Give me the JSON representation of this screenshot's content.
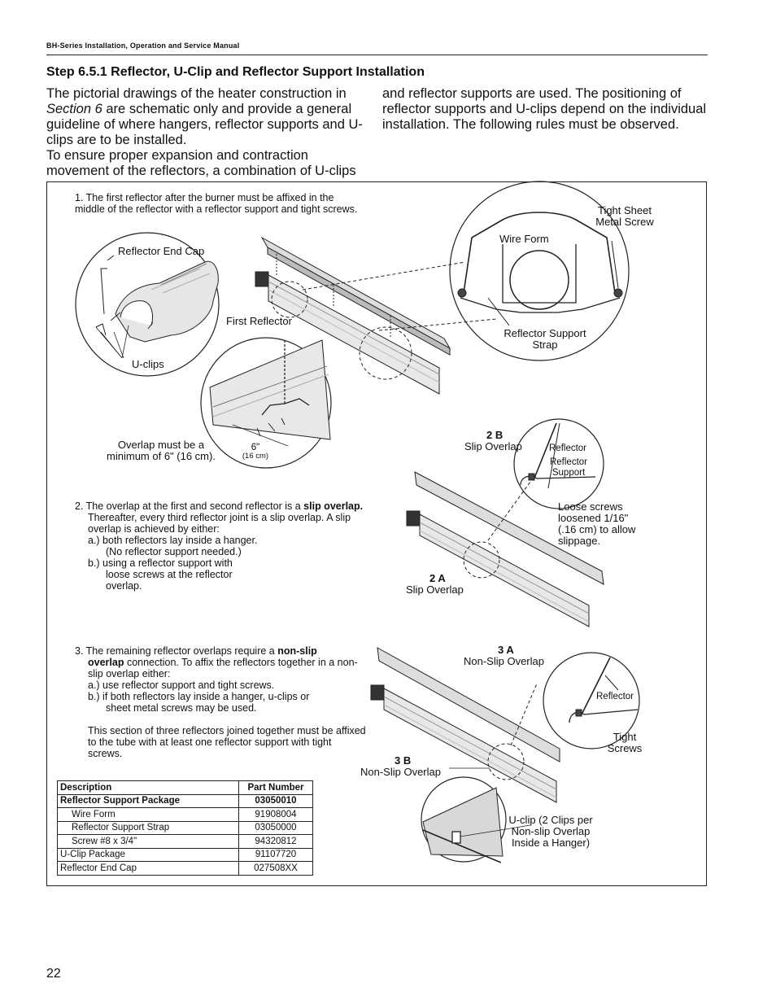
{
  "header": {
    "manual_title": "BH-Series Installation, Operation and Service Manual"
  },
  "step_title": "Step 6.5.1 Reflector, U-Clip and Reflector Support Installation",
  "intro": {
    "p1_lead": "The pictorial drawings of the heater construction in",
    "p1_section": "Section 6",
    "p1_rest": " are schematic only and provide a general guideline of where hangers, reflector supports and U-clips are to be installed.",
    "p2": "To ensure proper expansion and contraction movement of the reflectors, a combination of U-clips",
    "col2": "and reflector supports are used. The positioning of reflector supports and U-clips depend on the individual installation. The following rules must be observed."
  },
  "rule1": {
    "text": "1. The first reflector after the burner must be affixed in the middle of the reflector with a reflector support and tight screws."
  },
  "rule2": {
    "lead": "2. The overlap at the first and second reflector is a ",
    "bold": "slip overlap.",
    "rest": "Thereafter, every third reflector joint is a slip overlap. A slip overlap is achieved by either:",
    "a": "a.)  both reflectors lay inside a hanger.",
    "a2": "(No reflector support needed.)",
    "b": "b.)  using a reflector support with",
    "b2": "loose screws at the reflector",
    "b3": "overlap."
  },
  "rule3": {
    "lead": "3. The remaining reflector overlaps require a ",
    "bold1": "non-slip",
    "bold2": "overlap",
    "rest": " connection. To affix the reflectors together in a non-slip overlap either:",
    "a": "a.)  use reflector support and tight screws.",
    "b": "b.)  if both reflectors lay inside a hanger, u-clips or",
    "b2": "sheet metal screws may be used.",
    "extra": "This section of three reflectors joined together must be affixed to the tube with at least one reflector support with tight screws."
  },
  "labels": {
    "reflector_end_cap": "Reflector End Cap",
    "u_clips": "U-clips",
    "first_reflector": "First Reflector",
    "overlap_min": "Overlap must be a minimum of 6\" (16 cm).",
    "six_in": "6\"",
    "sixteen_cm": "(16 cm)",
    "wire_form": "Wire Form",
    "tight_sheet_metal_screw": "Tight Sheet Metal Screw",
    "reflector_support_strap": "Reflector Support Strap",
    "two_b": "2 B",
    "slip_overlap": "Slip Overlap",
    "reflector": "Reflector",
    "reflector_support": "Reflector Support",
    "loose_screws": "Loose screws loosened 1/16\" (.16 cm) to allow slippage.",
    "two_a": "2 A",
    "three_a": "3 A",
    "non_slip_overlap": "Non-Slip Overlap",
    "tight_screws": "Tight Screws",
    "three_b": "3 B",
    "u_clip_note": "U-clip (2 Clips per Non-slip Overlap Inside a Hanger)"
  },
  "parts_table": {
    "headers": [
      "Description",
      "Part Number"
    ],
    "rows": [
      {
        "desc": "Reflector Support Package",
        "pn": "03050010",
        "bold": true,
        "indent": false
      },
      {
        "desc": "Wire Form",
        "pn": "91908004",
        "bold": false,
        "indent": true
      },
      {
        "desc": "Reflector Support Strap",
        "pn": "03050000",
        "bold": false,
        "indent": true
      },
      {
        "desc": "Screw #8 x 3/4\"",
        "pn": "94320812",
        "bold": false,
        "indent": true
      },
      {
        "desc": "U-Clip Package",
        "pn": "91107720",
        "bold": false,
        "indent": false
      },
      {
        "desc": "Reflector End Cap",
        "pn": "027508XX",
        "bold": false,
        "indent": false
      }
    ]
  },
  "page_number": "22"
}
